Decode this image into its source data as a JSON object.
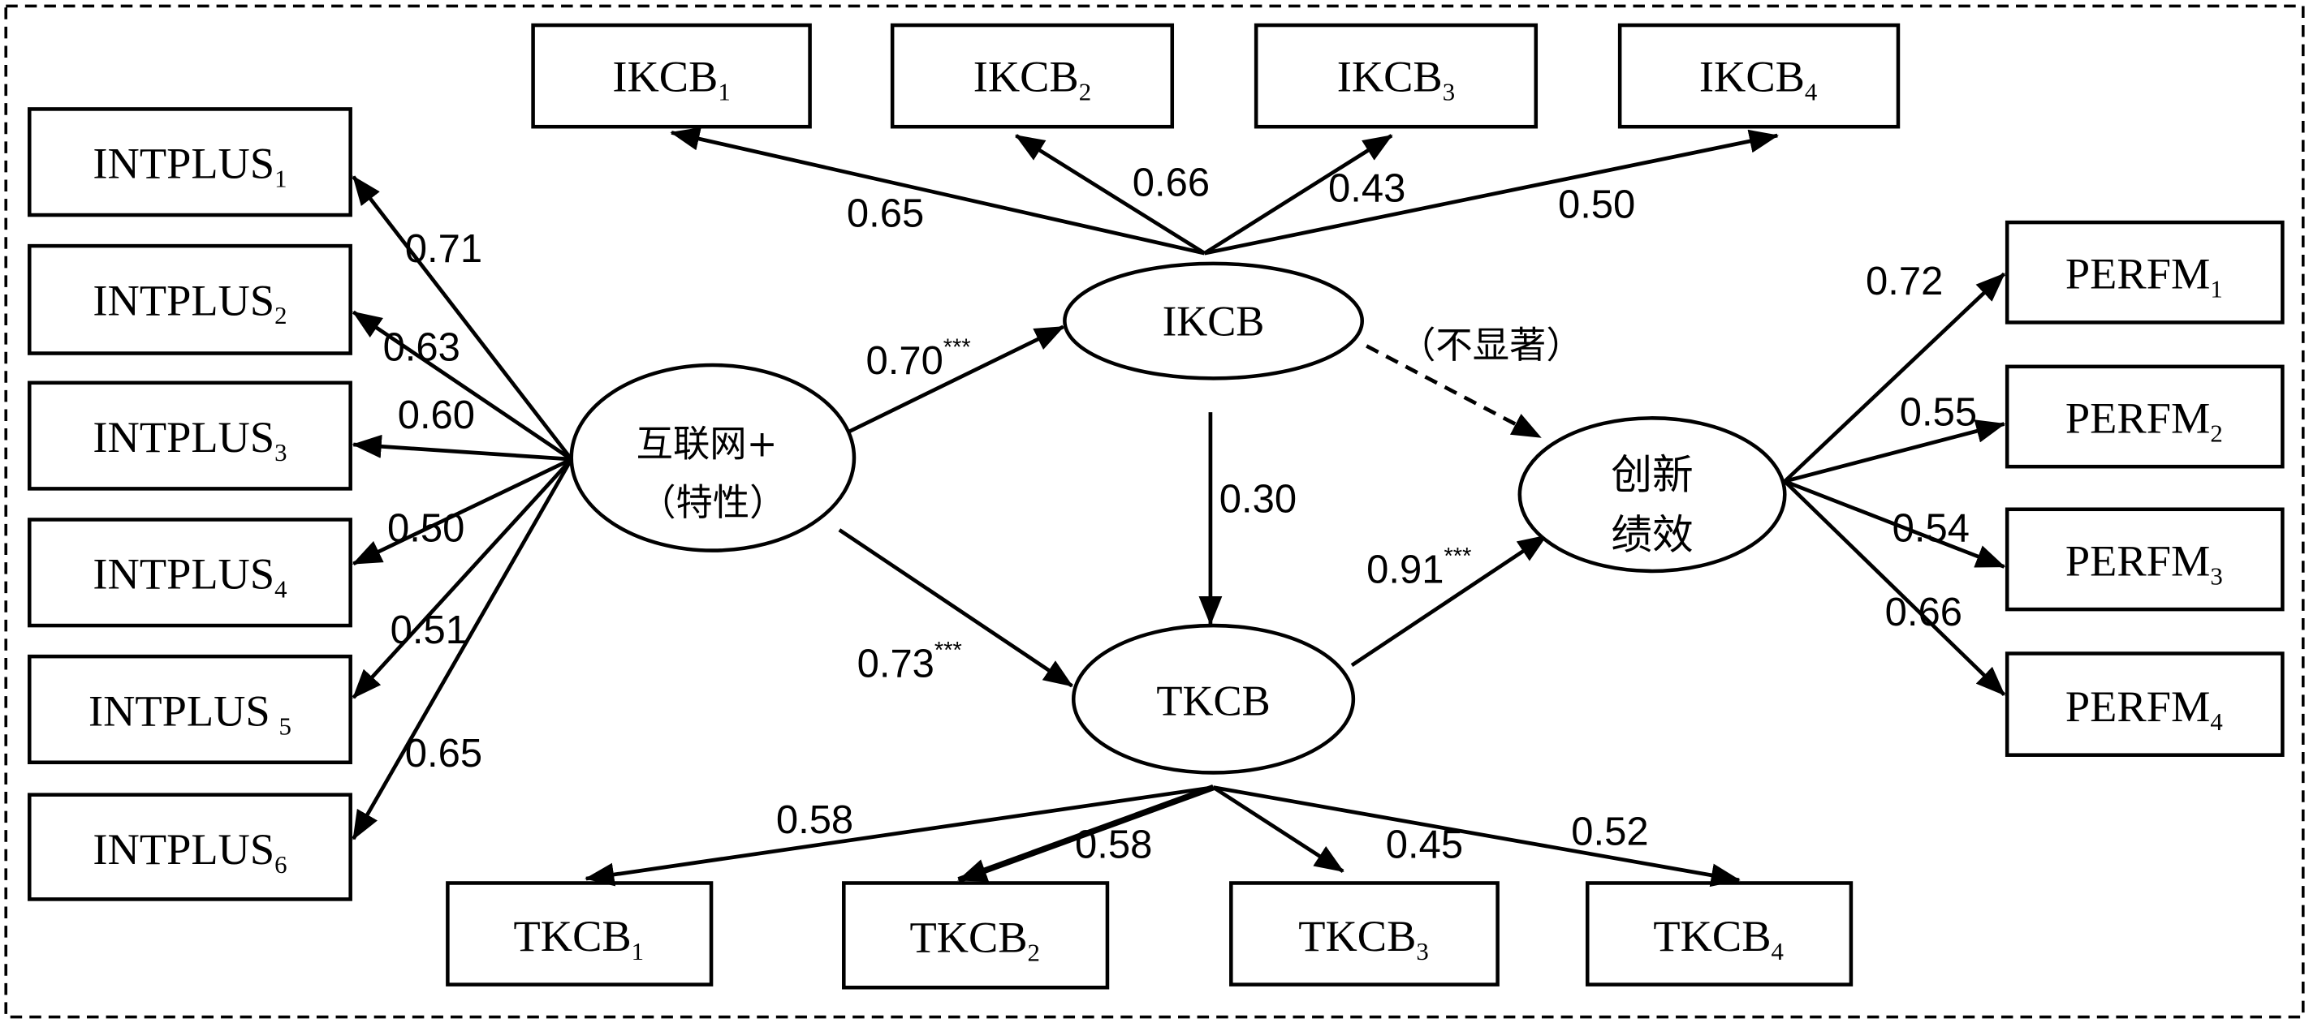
{
  "indicators": {
    "intplus": [
      {
        "name": "INTPLUS",
        "sub": "1",
        "loading": "0.71"
      },
      {
        "name": "INTPLUS",
        "sub": "2",
        "loading": "0.63"
      },
      {
        "name": "INTPLUS",
        "sub": "3",
        "loading": "0.60"
      },
      {
        "name": "INTPLUS",
        "sub": "4",
        "loading": "0.50"
      },
      {
        "name": "INTPLUS",
        "sub": "5",
        "loading": "0.51"
      },
      {
        "name": "INTPLUS",
        "sub": "6",
        "loading": "0.65"
      }
    ],
    "ikcb": [
      {
        "name": "IKCB",
        "sub": "1",
        "loading": "0.65"
      },
      {
        "name": "IKCB",
        "sub": "2",
        "loading": "0.66"
      },
      {
        "name": "IKCB",
        "sub": "3",
        "loading": "0.43"
      },
      {
        "name": "IKCB",
        "sub": "4",
        "loading": "0.50"
      }
    ],
    "tkcb": [
      {
        "name": "TKCB",
        "sub": "1",
        "loading": "0.58"
      },
      {
        "name": "TKCB",
        "sub": "2",
        "loading": "0.58"
      },
      {
        "name": "TKCB",
        "sub": "3",
        "loading": "0.45"
      },
      {
        "name": "TKCB",
        "sub": "4",
        "loading": "0.52"
      }
    ],
    "perfm": [
      {
        "name": "PERFM",
        "sub": "1",
        "loading": "0.72"
      },
      {
        "name": "PERFM",
        "sub": "2",
        "loading": "0.55"
      },
      {
        "name": "PERFM",
        "sub": "3",
        "loading": "0.54"
      },
      {
        "name": "PERFM",
        "sub": "4",
        "loading": "0.66"
      }
    ]
  },
  "constructs": {
    "internet_plus": {
      "line1": "互联网+",
      "line2": "（特性）"
    },
    "ikcb": {
      "label": "IKCB"
    },
    "tkcb": {
      "label": "TKCB"
    },
    "innovation_performance": {
      "line1": "创新",
      "line2": "绩效"
    }
  },
  "paths": {
    "internet_plus_to_ikcb": {
      "coef": "0.70",
      "sig": "***"
    },
    "internet_plus_to_tkcb": {
      "coef": "0.73",
      "sig": "***"
    },
    "ikcb_to_tkcb": {
      "coef": "0.30"
    },
    "tkcb_to_performance": {
      "coef": "0.91",
      "sig": "***"
    },
    "ikcb_to_performance": {
      "note": "（不显著）",
      "significant": false
    }
  },
  "colors": {
    "line": "#000000",
    "background": "#ffffff"
  }
}
